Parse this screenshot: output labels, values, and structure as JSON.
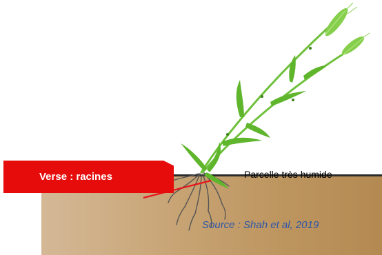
{
  "labels": {
    "lodging_type": "Verse : racines",
    "plot_condition": "Parcelle très humide",
    "source": "Source : Shah et al, 2019"
  },
  "colors": {
    "tag_background": "#e60c0c",
    "plant_green": "#6fc03c",
    "source_text": "#2d56a8",
    "soil": "#c9a678"
  },
  "icons": {
    "plant": "lodged-wheat-plant",
    "root_break_line": "red-diagonal-line"
  }
}
